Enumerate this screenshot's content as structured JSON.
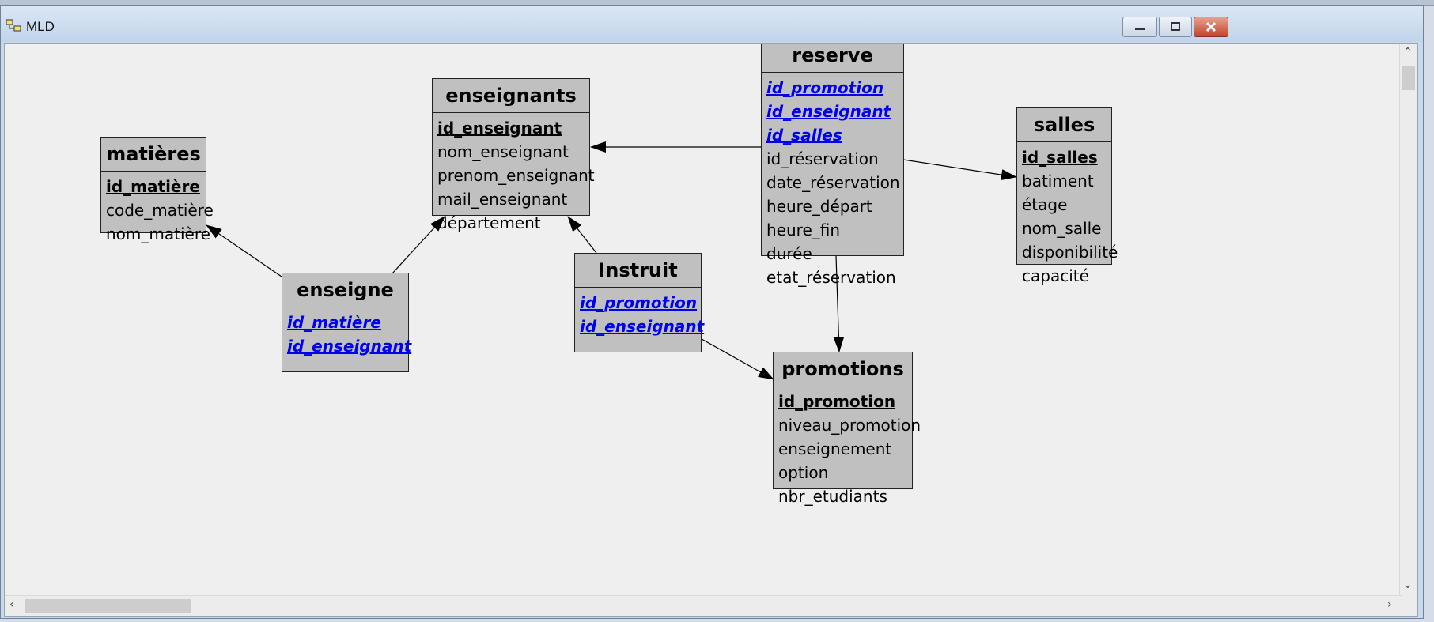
{
  "window": {
    "title": "MLD"
  },
  "entities": {
    "matieres": {
      "name": "matières",
      "attributes": [
        {
          "text": "id_matière",
          "kind": "pk"
        },
        {
          "text": "code_matière",
          "kind": "plain"
        },
        {
          "text": "nom_matière",
          "kind": "plain"
        }
      ]
    },
    "enseignants": {
      "name": "enseignants",
      "attributes": [
        {
          "text": "id_enseignant",
          "kind": "pk"
        },
        {
          "text": "nom_enseignant",
          "kind": "plain"
        },
        {
          "text": "prenom_enseignant",
          "kind": "plain"
        },
        {
          "text": "mail_enseignant",
          "kind": "plain"
        },
        {
          "text": "département",
          "kind": "plain"
        }
      ]
    },
    "reserve": {
      "name": "reserve",
      "attributes": [
        {
          "text": "id_promotion",
          "kind": "fk"
        },
        {
          "text": "id_enseignant",
          "kind": "fk"
        },
        {
          "text": "id_salles",
          "kind": "fk"
        },
        {
          "text": "id_réservation",
          "kind": "plain"
        },
        {
          "text": "date_réservation",
          "kind": "plain"
        },
        {
          "text": "heure_départ",
          "kind": "plain"
        },
        {
          "text": "heure_fin",
          "kind": "plain"
        },
        {
          "text": "durée",
          "kind": "plain"
        },
        {
          "text": "etat_réservation",
          "kind": "plain"
        }
      ]
    },
    "salles": {
      "name": "salles",
      "attributes": [
        {
          "text": "id_salles",
          "kind": "pk"
        },
        {
          "text": "batiment",
          "kind": "plain"
        },
        {
          "text": "étage",
          "kind": "plain"
        },
        {
          "text": "nom_salle",
          "kind": "plain"
        },
        {
          "text": "disponibilité",
          "kind": "plain"
        },
        {
          "text": "capacité",
          "kind": "plain"
        }
      ]
    },
    "enseigne": {
      "name": "enseigne",
      "attributes": [
        {
          "text": "id_matière",
          "kind": "fk"
        },
        {
          "text": "id_enseignant",
          "kind": "fk"
        }
      ]
    },
    "instruit": {
      "name": "Instruit",
      "attributes": [
        {
          "text": "id_promotion",
          "kind": "fk"
        },
        {
          "text": "id_enseignant",
          "kind": "fk"
        }
      ]
    },
    "promotions": {
      "name": "promotions",
      "attributes": [
        {
          "text": "id_promotion",
          "kind": "pk"
        },
        {
          "text": "niveau_promotion",
          "kind": "plain"
        },
        {
          "text": "enseignement",
          "kind": "plain"
        },
        {
          "text": "option",
          "kind": "plain"
        },
        {
          "text": "nbr_etudiants",
          "kind": "plain"
        }
      ]
    }
  },
  "relations": [
    {
      "from": "reserve",
      "to": "enseignants"
    },
    {
      "from": "reserve",
      "to": "salles"
    },
    {
      "from": "reserve",
      "to": "promotions"
    },
    {
      "from": "enseigne",
      "to": "matieres"
    },
    {
      "from": "enseigne",
      "to": "enseignants"
    },
    {
      "from": "instruit",
      "to": "enseignants"
    },
    {
      "from": "instruit",
      "to": "promotions"
    }
  ]
}
